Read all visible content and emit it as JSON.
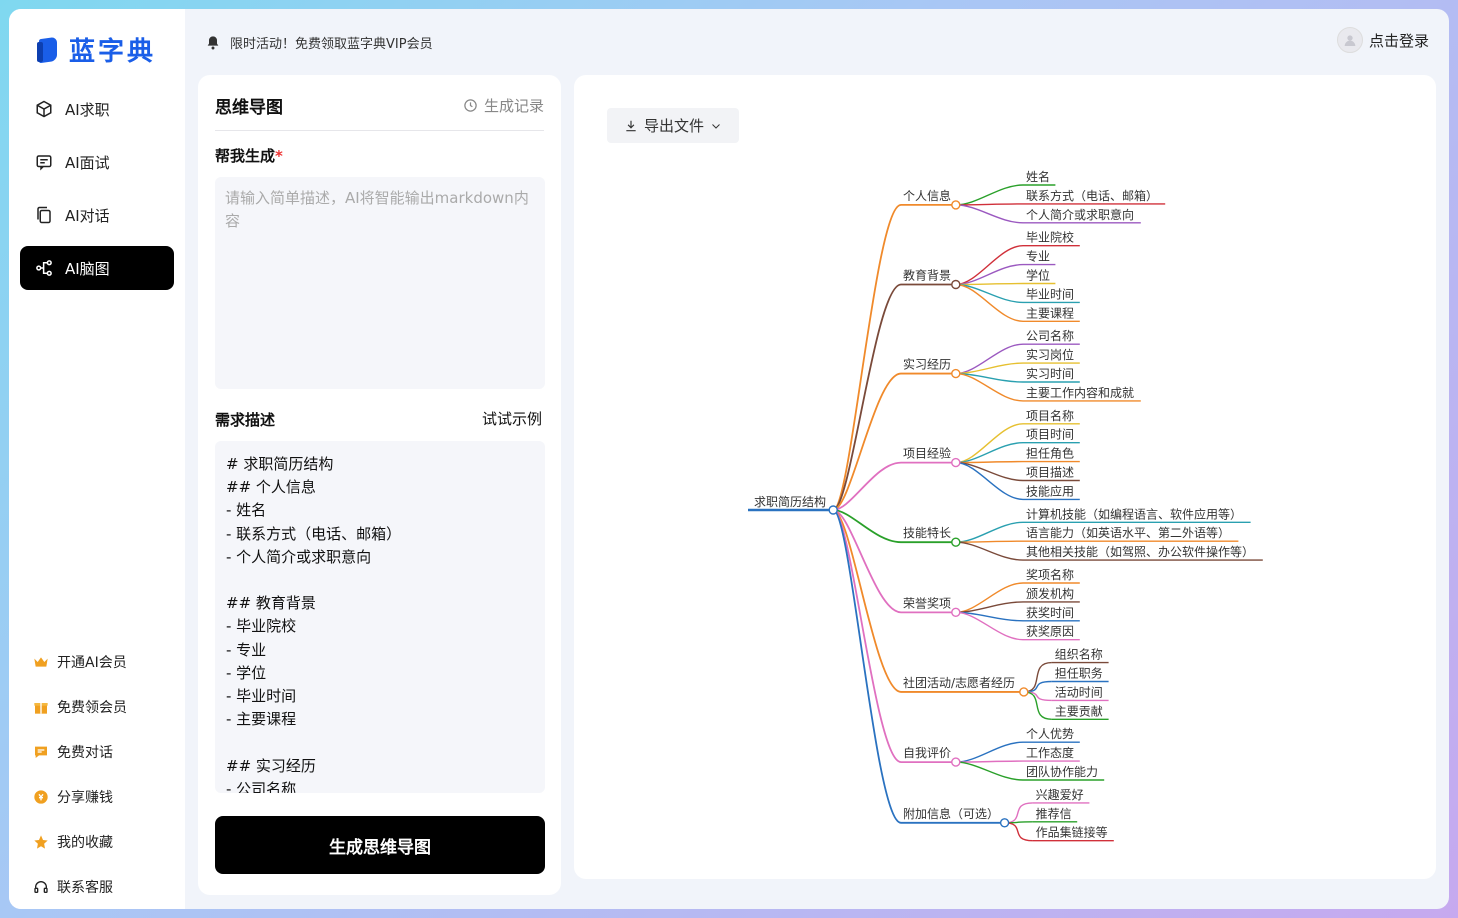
{
  "brand": {
    "name": "蓝字典",
    "color": "#1a5ee8"
  },
  "nav": [
    {
      "label": "AI求职",
      "icon": "cube-icon"
    },
    {
      "label": "AI面试",
      "icon": "chat-icon"
    },
    {
      "label": "AI对话",
      "icon": "copy-icon"
    },
    {
      "label": "AI脑图",
      "icon": "mindmap-icon",
      "active": true
    }
  ],
  "bottom_nav": [
    {
      "label": "开通AI会员",
      "icon": "crown-icon"
    },
    {
      "label": "免费领会员",
      "icon": "gift-icon"
    },
    {
      "label": "免费对话",
      "icon": "message-icon"
    },
    {
      "label": "分享赚钱",
      "icon": "coin-icon"
    },
    {
      "label": "我的收藏",
      "icon": "star-icon"
    },
    {
      "label": "联系客服",
      "icon": "headset-icon"
    }
  ],
  "topbar": {
    "notice": "限时活动！免费领取蓝字典VIP会员",
    "login": "点击登录"
  },
  "panel": {
    "title": "思维导图",
    "history": "生成记录",
    "help_label": "帮我生成",
    "placeholder": "请输入简单描述，AI将智能输出markdown内容",
    "desc_label": "需求描述",
    "demo": "试试示例",
    "markdown": "# 求职简历结构\n## 个人信息\n- 姓名\n- 联系方式（电话、邮箱）\n- 个人简介或求职意向\n\n## 教育背景\n- 毕业院校\n- 专业\n- 学位\n- 毕业时间\n- 主要课程\n\n## 实习经历\n- 公司名称",
    "generate": "生成思维导图"
  },
  "canvas": {
    "export": "导出文件"
  },
  "mindmap": {
    "root": "求职简历结构",
    "branches": [
      {
        "name": "个人信息",
        "color": "#f08a2b",
        "children": [
          "姓名",
          "联系方式（电话、邮箱）",
          "个人简介或求职意向"
        ]
      },
      {
        "name": "教育背景",
        "color": "#7a4a3a",
        "children": [
          "毕业院校",
          "专业",
          "学位",
          "毕业时间",
          "主要课程"
        ]
      },
      {
        "name": "实习经历",
        "color": "#f08a2b",
        "children": [
          "公司名称",
          "实习岗位",
          "实习时间",
          "主要工作内容和成就"
        ]
      },
      {
        "name": "项目经验",
        "color": "#e070c0",
        "children": [
          "项目名称",
          "项目时间",
          "担任角色",
          "项目描述",
          "技能应用"
        ]
      },
      {
        "name": "技能特长",
        "color": "#2aa02a",
        "children": [
          "计算机技能（如编程语言、软件应用等）",
          "语言能力（如英语水平、第二外语等）",
          "其他相关技能（如驾照、办公软件操作等）"
        ]
      },
      {
        "name": "荣誉奖项",
        "color": "#e070c0",
        "children": [
          "奖项名称",
          "颁发机构",
          "获奖时间",
          "获奖原因"
        ]
      },
      {
        "name": "社团活动/志愿者经历",
        "color": "#f08a2b",
        "children": [
          "组织名称",
          "担任职务",
          "活动时间",
          "主要贡献"
        ]
      },
      {
        "name": "自我评价",
        "color": "#e070c0",
        "children": [
          "个人优势",
          "工作态度",
          "团队协作能力"
        ]
      },
      {
        "name": "附加信息（可选）",
        "color": "#2a72c0",
        "children": [
          "兴趣爱好",
          "推荐信",
          "作品集链接等"
        ]
      }
    ],
    "child_colors": [
      "#2aa02a",
      "#d0303a",
      "#9b59c0",
      "#e6c030",
      "#2aa0b0",
      "#f08a2b",
      "#7a4a3a",
      "#2a72c0",
      "#e070c0"
    ]
  }
}
